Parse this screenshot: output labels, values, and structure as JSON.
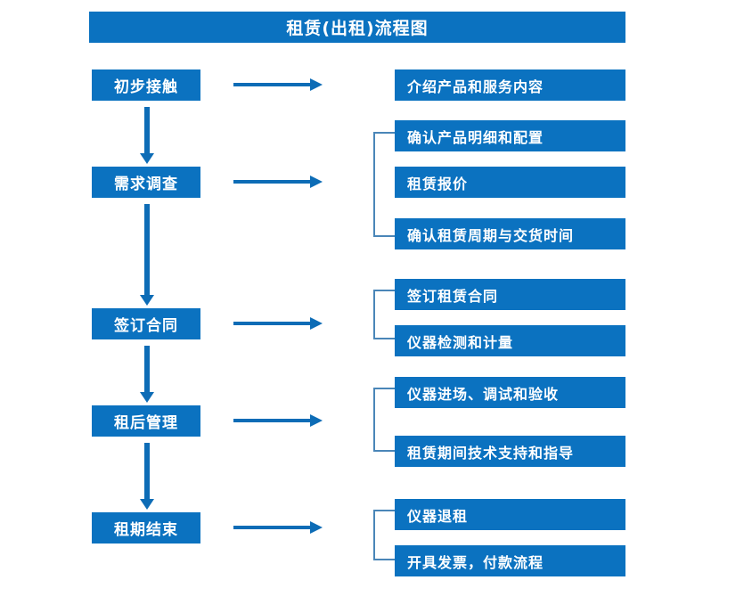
{
  "chart_data": {
    "type": "diagram",
    "title": "租赁(出租)流程图",
    "orientation": "vertical-left-stages-with-right-details"
  },
  "header": {
    "title": "租赁(出租)流程图"
  },
  "colors": {
    "box_fill": "#0b72c0",
    "box_text": "#ffffff",
    "arrow": "#0d6cb6",
    "bracket": "#4a86b8",
    "background": "#ffffff"
  },
  "flow": {
    "stages": [
      {
        "label": "初步接触"
      },
      {
        "label": "需求调查"
      },
      {
        "label": "签订合同"
      },
      {
        "label": "租后管理"
      },
      {
        "label": "租期结束"
      }
    ],
    "details": [
      {
        "label": "介绍产品和服务内容"
      },
      {
        "label": "确认产品明细和配置"
      },
      {
        "label": "租赁报价"
      },
      {
        "label": "确认租赁周期与交货时间"
      },
      {
        "label": "签订租赁合同"
      },
      {
        "label": "仪器检测和计量"
      },
      {
        "label": "仪器进场、调试和验收"
      },
      {
        "label": "租赁期间技术支持和指导"
      },
      {
        "label": "仪器退租"
      },
      {
        "label": "开具发票，付款流程"
      }
    ],
    "connector_icons": {
      "horizontal": "right-arrow-icon",
      "vertical": "down-arrow-icon",
      "group": "group-bracket-icon"
    }
  }
}
